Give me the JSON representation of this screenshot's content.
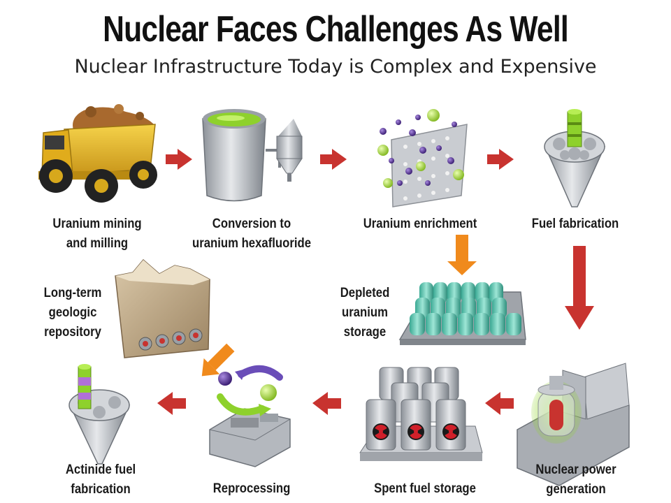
{
  "header": {
    "title": "Nuclear Faces Challenges As Well",
    "subtitle": "Nuclear Infrastructure Today is Complex and Expensive"
  },
  "stages": {
    "mining": {
      "line1": "Uranium mining",
      "line2": "and milling"
    },
    "conversion": {
      "line1": "Conversion to",
      "line2": "uranium hexafluoride"
    },
    "enrichment": {
      "line1": "Uranium enrichment"
    },
    "fabrication": {
      "line1": "Fuel fabrication"
    },
    "depleted": {
      "line1": "Depleted",
      "line2": "uranium",
      "line3": "storage"
    },
    "repository": {
      "line1": "Long-term",
      "line2": "geologic",
      "line3": "repository"
    },
    "power": {
      "line1": "Nuclear power",
      "line2": "generation"
    },
    "spent": {
      "line1": "Spent fuel storage"
    },
    "reprocessing": {
      "line1": "Reprocessing"
    },
    "actinide": {
      "line1": "Actinide fuel",
      "line2": "fabrication"
    }
  },
  "colors": {
    "arrow_red": "#c8332f",
    "arrow_orange": "#f08a1c",
    "truck_yellow": "#e8b820",
    "ore_brown": "#a0652b",
    "steel_gray": "#b8bcc2",
    "green_fuel": "#8ed12c",
    "purple_atom": "#4b2a8c",
    "teal_cylinder": "#5fc9b5",
    "radiation_red": "#d0202a"
  },
  "icons": [
    "dump-truck-icon",
    "conversion-tank-icon",
    "enrichment-mesh-icon",
    "fuel-assembly-icon",
    "cylinder-pallet-icon",
    "rock-block-icon",
    "reactor-icon",
    "spent-fuel-casks-icon",
    "reprocessing-plant-icon",
    "actinide-assembly-icon"
  ]
}
